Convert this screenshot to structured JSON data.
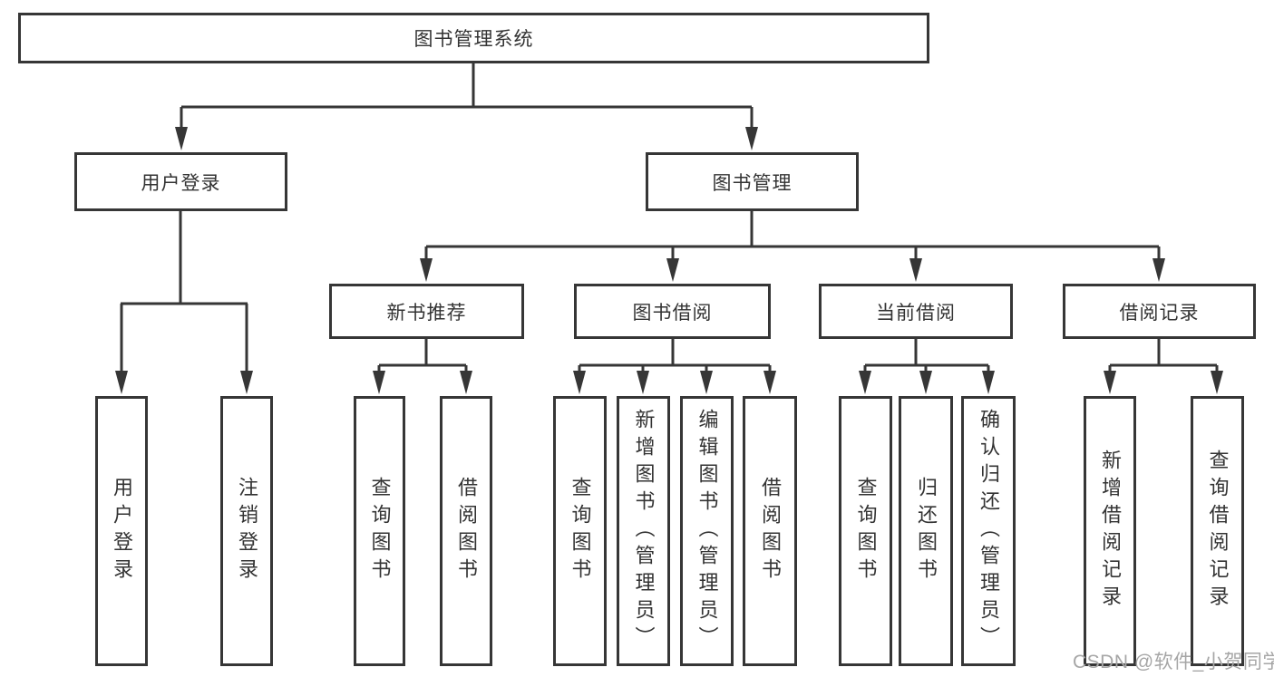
{
  "diagram": {
    "title": "图书管理系统",
    "root": {
      "label": "图书管理系统"
    },
    "level2": [
      {
        "label": "用户登录"
      },
      {
        "label": "图书管理"
      }
    ],
    "level3": [
      {
        "label": "新书推荐"
      },
      {
        "label": "图书借阅"
      },
      {
        "label": "当前借阅"
      },
      {
        "label": "借阅记录"
      }
    ],
    "leaves": [
      {
        "label": "用户登录",
        "parent": "用户登录"
      },
      {
        "label": "注销登录",
        "parent": "用户登录"
      },
      {
        "label": "查询图书",
        "parent": "新书推荐"
      },
      {
        "label": "借阅图书",
        "parent": "新书推荐"
      },
      {
        "label": "查询图书",
        "parent": "图书借阅"
      },
      {
        "label": "新增图书（管理员）",
        "parent": "图书借阅"
      },
      {
        "label": "编辑图书（管理员）",
        "parent": "图书借阅"
      },
      {
        "label": "借阅图书",
        "parent": "图书借阅"
      },
      {
        "label": "查询图书",
        "parent": "当前借阅"
      },
      {
        "label": "归还图书",
        "parent": "当前借阅"
      },
      {
        "label": "确认归还（管理员）",
        "parent": "当前借阅"
      },
      {
        "label": "新增借阅记录",
        "parent": "借阅记录"
      },
      {
        "label": "查询借阅记录",
        "parent": "借阅记录"
      }
    ]
  },
  "watermark": {
    "text": "CSDN @软件_小贺同学"
  },
  "colors": {
    "line": "#363636",
    "box_border": "#363636",
    "box_background": "#ffffff",
    "text": "#333333",
    "watermark_text": "#a6a6a6",
    "page_background": "#ffffff"
  }
}
